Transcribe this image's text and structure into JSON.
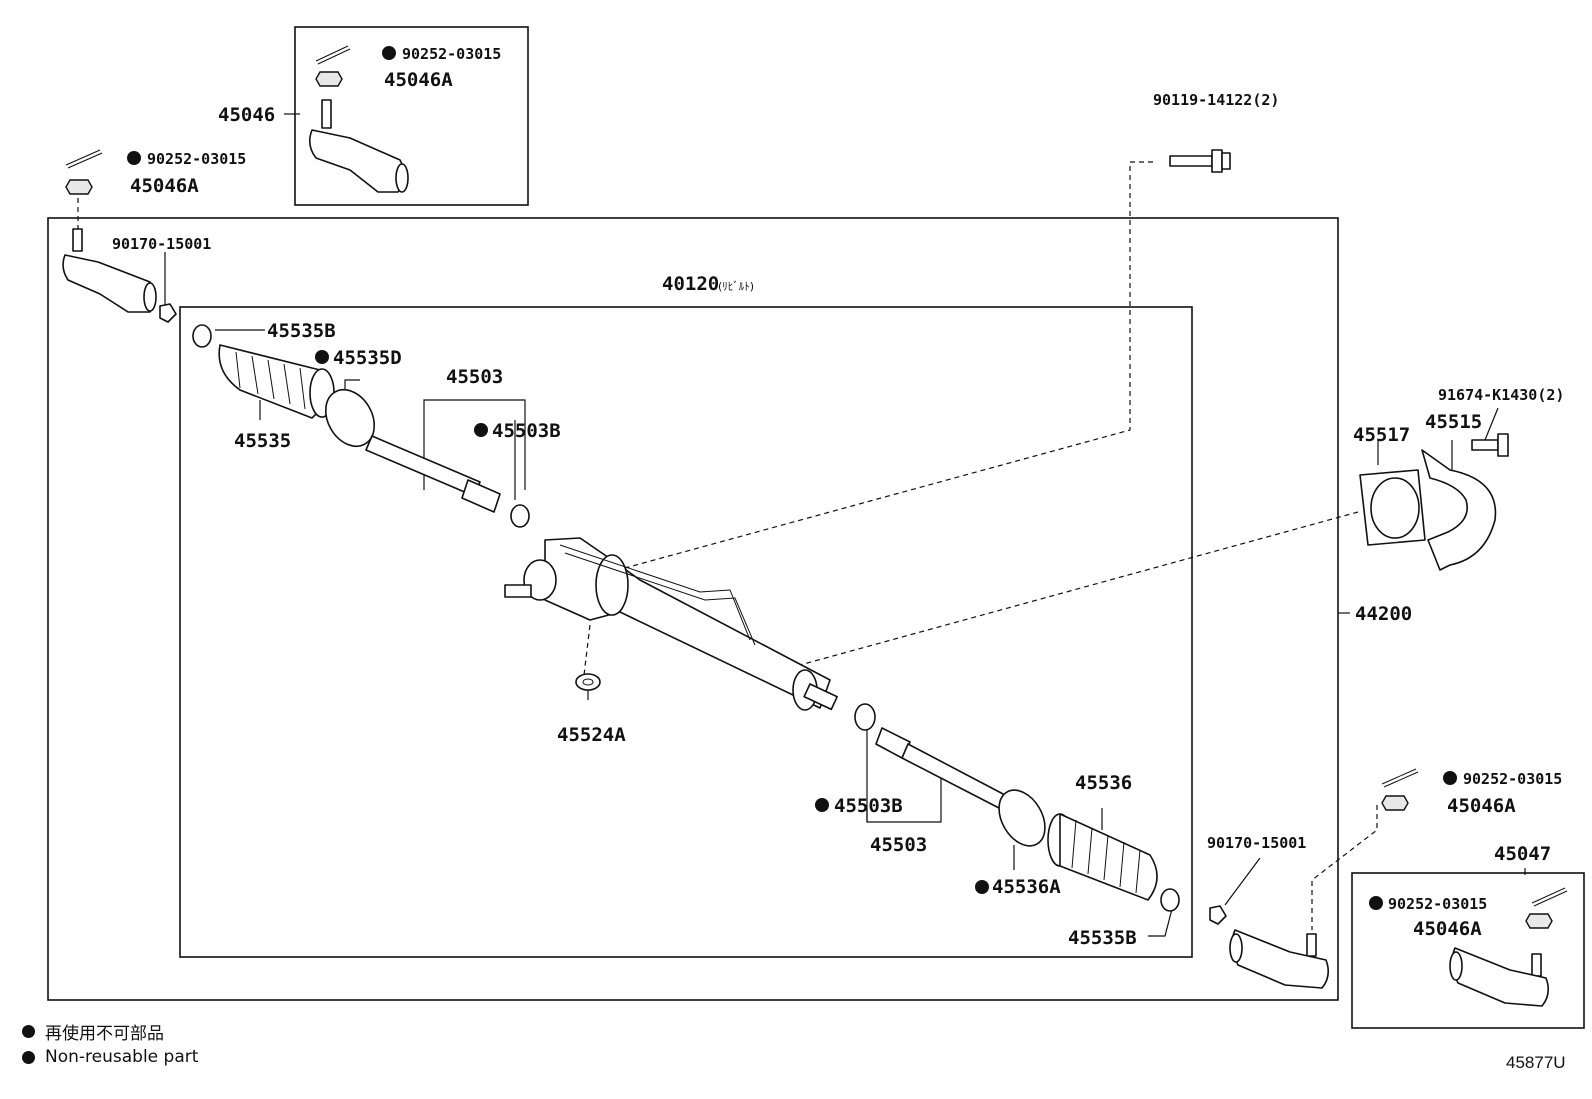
{
  "parts": {
    "box_45046": "45046",
    "cotter_top_box": "90252-03015",
    "nut_top_box": "45046A",
    "cotter_left": "90252-03015",
    "nut_left": "45046A",
    "clip_left": "90170-15001",
    "rack_rebuilt": "40120",
    "rack_rebuilt_note": "(ﾘﾋﾞﾙﾄ)",
    "bolt_top": "90119-14122(2)",
    "clamp_left": "45535B",
    "clip_d": "45535D",
    "boot_left": "45535",
    "tie_rod_top": "45503",
    "washer_top": "45503B",
    "bushing": "45517",
    "bracket": "45515",
    "bolt_bracket": "91674-K1430(2)",
    "assembly": "44200",
    "ring": "45524A",
    "washer_bottom": "45503B",
    "tie_rod_bottom": "45503",
    "boot_right": "45536",
    "clip_a": "45536A",
    "clamp_right": "45535B",
    "clip_right": "90170-15001",
    "cotter_right": "90252-03015",
    "nut_right": "45046A",
    "box_45047": "45047",
    "cotter_bottom_box": "90252-03015",
    "nut_bottom_box": "45046A"
  },
  "legend": {
    "jp": "再使用不可部品",
    "en": "Non-reusable part"
  },
  "drawing_id": "45877U"
}
